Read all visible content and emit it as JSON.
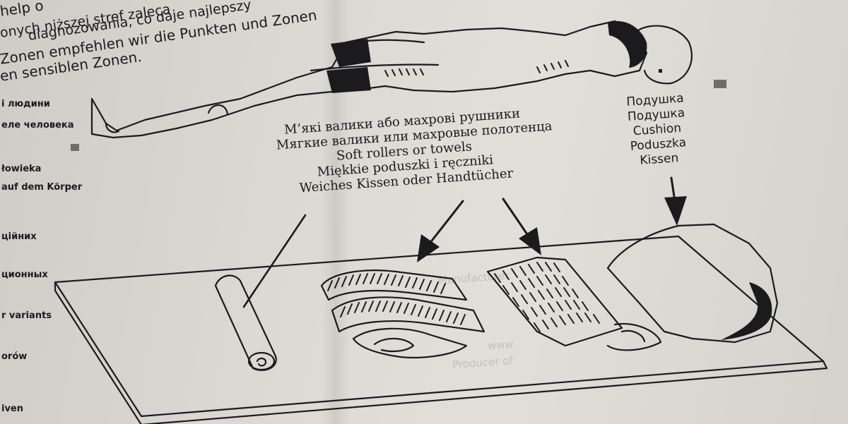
{
  "header": {
    "line1": "help o",
    "line2": "onych niższej stref zaleca",
    "line2b": "diagnozowania, co daje najlepszy",
    "line3": "Zonen empfehlen wir die Punkten und Zonen",
    "line4": "en sensiblen Zonen."
  },
  "side_labels": [
    "і людини",
    "еле человека",
    "łowieka",
    "auf dem Körper",
    "ційних",
    "ционных",
    "r variants",
    "orów",
    "iven"
  ],
  "captions": {
    "rollers": [
      "М’які валики або махрові рушники",
      "Мягкие валики или махровые полотенца",
      "Soft rollers or towels",
      "Miękkie poduszki i ręczniki",
      "Weiches Kissen oder Handtücher"
    ],
    "cushion": [
      "Подушка",
      "Подушка",
      "Cushion",
      "Poduszka",
      "Kissen"
    ]
  },
  "bleed_through": [
    "Manufacturer",
    "Producer of",
    "www"
  ],
  "colors": {
    "ink": "#1b1b1d",
    "paper": "#dcd9d4",
    "ghost": "#9d9a95"
  }
}
